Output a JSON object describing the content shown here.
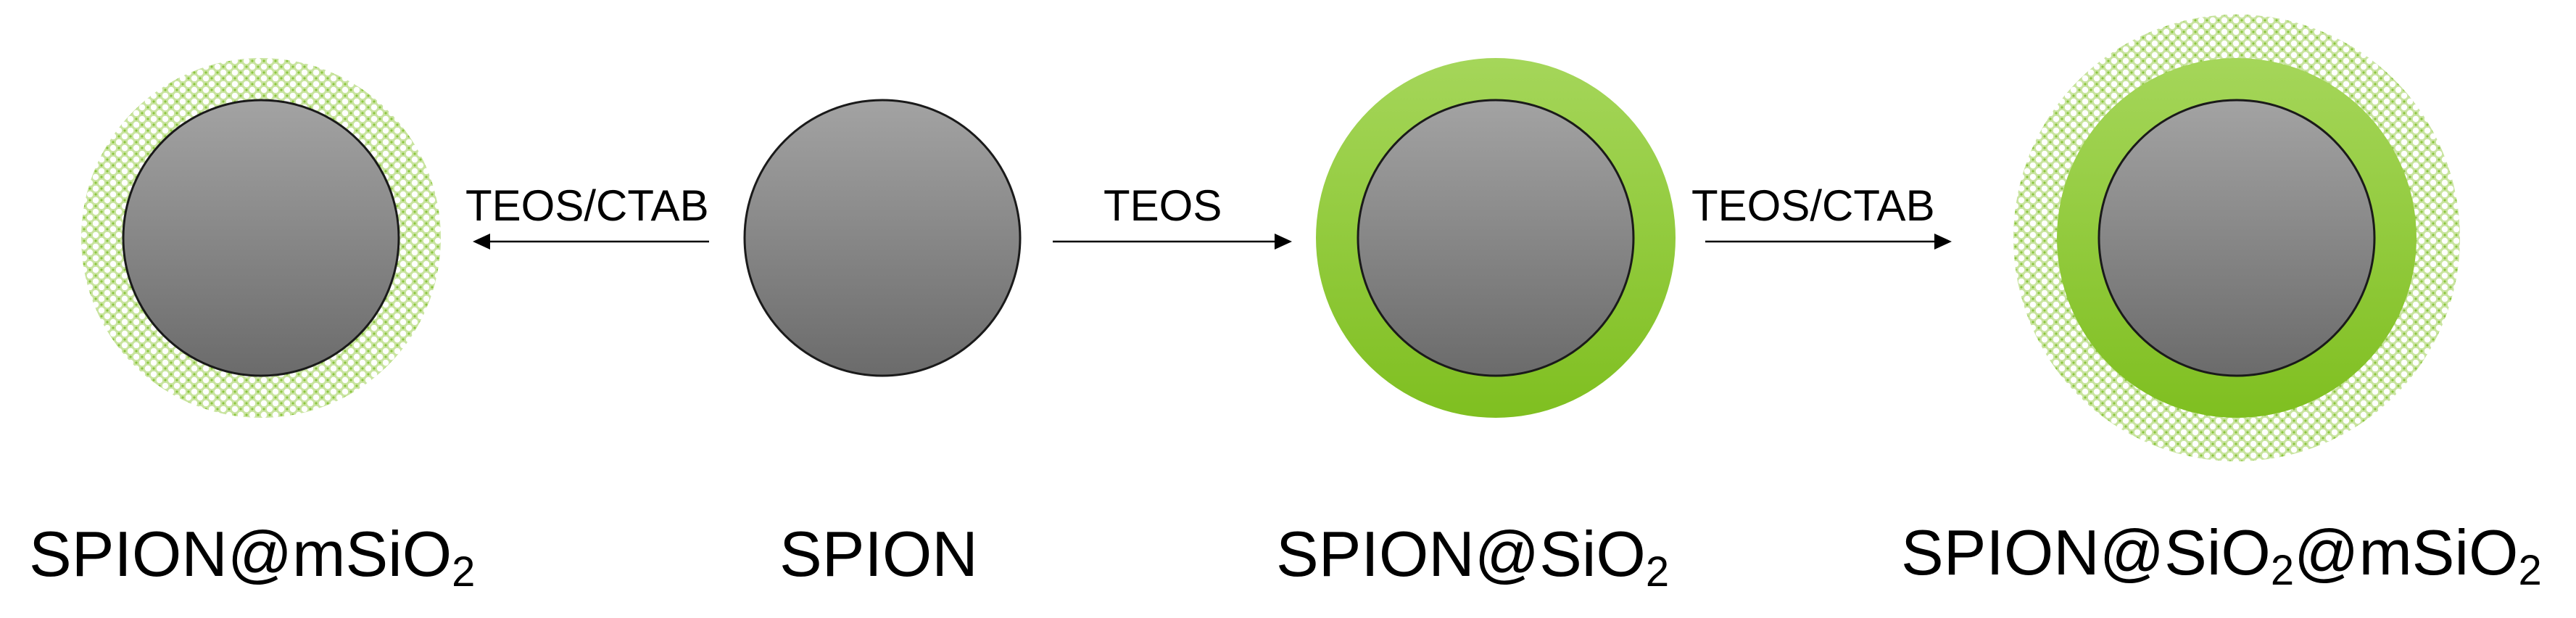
{
  "particles": [
    {
      "id": "spion-msio2",
      "label": {
        "main": "SPION@mSiO",
        "sub": "2",
        "tail": ""
      }
    },
    {
      "id": "spion",
      "label": {
        "main": "SPION",
        "sub": "",
        "tail": ""
      }
    },
    {
      "id": "spion-sio2",
      "label": {
        "main": "SPION@SiO",
        "sub": "2",
        "tail": ""
      }
    },
    {
      "id": "spion-sio2-msio2",
      "label": {
        "main": "SPION@SiO",
        "sub": "2",
        "tail": "@mSiO",
        "sub2": "2"
      }
    }
  ],
  "arrows": [
    {
      "from": "SPION",
      "to": "SPION@mSiO2",
      "label": "TEOS/CTAB"
    },
    {
      "from": "SPION",
      "to": "SPION@SiO2",
      "label": "TEOS"
    },
    {
      "from": "SPION@SiO2",
      "to": "SPION@SiO2@mSiO2",
      "label": "TEOS/CTAB"
    }
  ],
  "colors": {
    "core_light": "#a3a3a3",
    "core_dark": "#6b6b6b",
    "silica_shell_light": "#a5d65a",
    "silica_shell_dark": "#7fbf20",
    "mesoporous_shell": "#8cc63f"
  }
}
